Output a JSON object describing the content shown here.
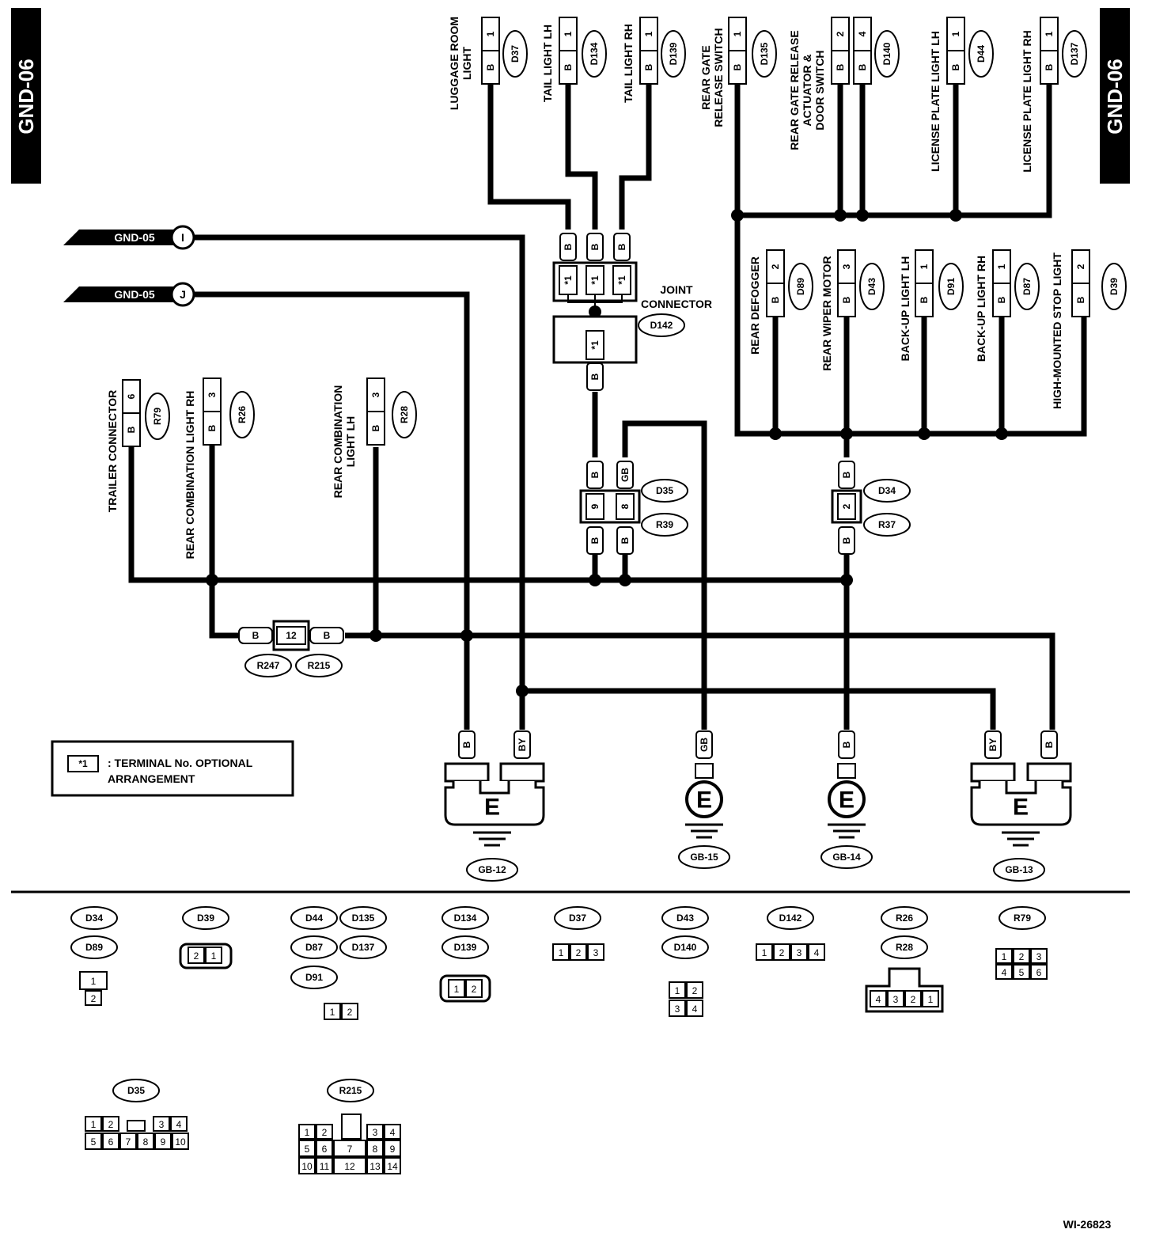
{
  "page_tag": "GND-06",
  "figure_id": "WI-26823",
  "links": [
    {
      "label": "GND-05",
      "marker": "I"
    },
    {
      "label": "GND-05",
      "marker": "J"
    }
  ],
  "components": {
    "luggage_room_light": {
      "name": "LUGGAGE ROOM\nLIGHT",
      "connector": "D37",
      "pin": "1",
      "wire": "B"
    },
    "tail_light_lh": {
      "name": "TAIL LIGHT LH",
      "connector": "D134",
      "pin": "1",
      "wire": "B"
    },
    "tail_light_rh": {
      "name": "TAIL LIGHT RH",
      "connector": "D139",
      "pin": "1",
      "wire": "B"
    },
    "rear_gate_release_switch": {
      "name": "REAR GATE\nRELEASE SWITCH",
      "connector": "D135",
      "pin": "1",
      "wire": "B"
    },
    "rear_gate_release_actuator": {
      "name": "REAR GATE RELEASE\nACTUATOR &\nDOOR SWITCH",
      "connector": "D140",
      "pins": [
        "2",
        "4"
      ],
      "wire": "B"
    },
    "license_plate_light_lh": {
      "name": "LICENSE PLATE LIGHT LH",
      "connector": "D44",
      "pin": "1",
      "wire": "B"
    },
    "license_plate_light_rh": {
      "name": "LICENSE PLATE LIGHT RH",
      "connector": "D137",
      "pin": "1",
      "wire": "B"
    },
    "rear_defogger": {
      "name": "REAR DEFOGGER",
      "connector": "D89",
      "pin": "2",
      "wire": "B"
    },
    "rear_wiper_motor": {
      "name": "REAR WIPER MOTOR",
      "connector": "D43",
      "pin": "3",
      "wire": "B"
    },
    "back_up_light_lh": {
      "name": "BACK-UP LIGHT LH",
      "connector": "D91",
      "pin": "1",
      "wire": "B"
    },
    "back_up_light_rh": {
      "name": "BACK-UP LIGHT RH",
      "connector": "D87",
      "pin": "1",
      "wire": "B"
    },
    "high_mounted_stop_light": {
      "name": "HIGH-MOUNTED STOP LIGHT",
      "connector": "D39",
      "pin": "2",
      "wire": "B"
    },
    "trailer_connector": {
      "name": "TRAILER CONNECTOR",
      "connector": "R79",
      "pin": "6",
      "wire": "B"
    },
    "rear_combination_light_rh": {
      "name": "REAR COMBINATION LIGHT RH",
      "connector": "R26",
      "pin": "3",
      "wire": "B"
    },
    "rear_combination_light_lh": {
      "name": "REAR COMBINATION\nLIGHT LH",
      "connector": "R28",
      "pin": "3",
      "wire": "B"
    }
  },
  "joint_connector": {
    "name": "JOINT\nCONNECTOR",
    "connector": "D142",
    "terminal": "*1",
    "wire": "B"
  },
  "inline_connectors": {
    "d35_r39": {
      "refs": [
        "D35",
        "R39"
      ],
      "pins": [
        "9",
        "8"
      ],
      "wires_top": [
        "B",
        "GB"
      ],
      "wires_bottom": [
        "B",
        "B"
      ]
    },
    "d34_r37": {
      "refs": [
        "D34",
        "R37"
      ],
      "pin": "2",
      "wire": "B"
    },
    "r247_r215": {
      "refs": [
        "R247",
        "R215"
      ],
      "pin": "12",
      "wire": "B"
    }
  },
  "grounds": [
    {
      "ref": "GB-12",
      "symbol": "E",
      "wires": [
        "B",
        "BY"
      ]
    },
    {
      "ref": "GB-15",
      "symbol": "E",
      "wires": [
        "GB"
      ]
    },
    {
      "ref": "GB-14",
      "symbol": "E",
      "wires": [
        "B"
      ]
    },
    {
      "ref": "GB-13",
      "symbol": "E",
      "wires": [
        "BY",
        "B"
      ]
    }
  ],
  "legend": {
    "symbol": "*1",
    "text": ": TERMINAL No. OPTIONAL\nARRANGEMENT"
  },
  "connector_views": [
    {
      "refs": [
        "D34",
        "D89"
      ],
      "pins": [
        "1",
        "2"
      ]
    },
    {
      "refs": [
        "D39"
      ],
      "pins": [
        "2",
        "1"
      ]
    },
    {
      "refs": [
        "D44",
        "D135",
        "D87",
        "D137",
        "D91"
      ],
      "pins": [
        "1",
        "2"
      ]
    },
    {
      "refs": [
        "D134",
        "D139"
      ],
      "pins": [
        "1",
        "2"
      ]
    },
    {
      "refs": [
        "D37"
      ],
      "pins": [
        "1",
        "2",
        "3"
      ]
    },
    {
      "refs": [
        "D43",
        "D140"
      ],
      "pins": [
        "1",
        "2",
        "3",
        "4"
      ]
    },
    {
      "refs": [
        "D142"
      ],
      "pins": [
        "1",
        "2",
        "3",
        "4"
      ]
    },
    {
      "refs": [
        "R26",
        "R28"
      ],
      "pins": [
        "4",
        "3",
        "2",
        "1"
      ]
    },
    {
      "refs": [
        "R79"
      ],
      "pins": [
        "1",
        "2",
        "3",
        "4",
        "5",
        "6"
      ]
    },
    {
      "refs": [
        "D35"
      ],
      "pins": [
        "1",
        "2",
        "3",
        "4",
        "5",
        "6",
        "7",
        "8",
        "9",
        "10"
      ]
    },
    {
      "refs": [
        "R215"
      ],
      "pins": [
        "1",
        "2",
        "3",
        "4",
        "5",
        "6",
        "7",
        "8",
        "9",
        "10",
        "11",
        "12",
        "13",
        "14"
      ]
    }
  ]
}
